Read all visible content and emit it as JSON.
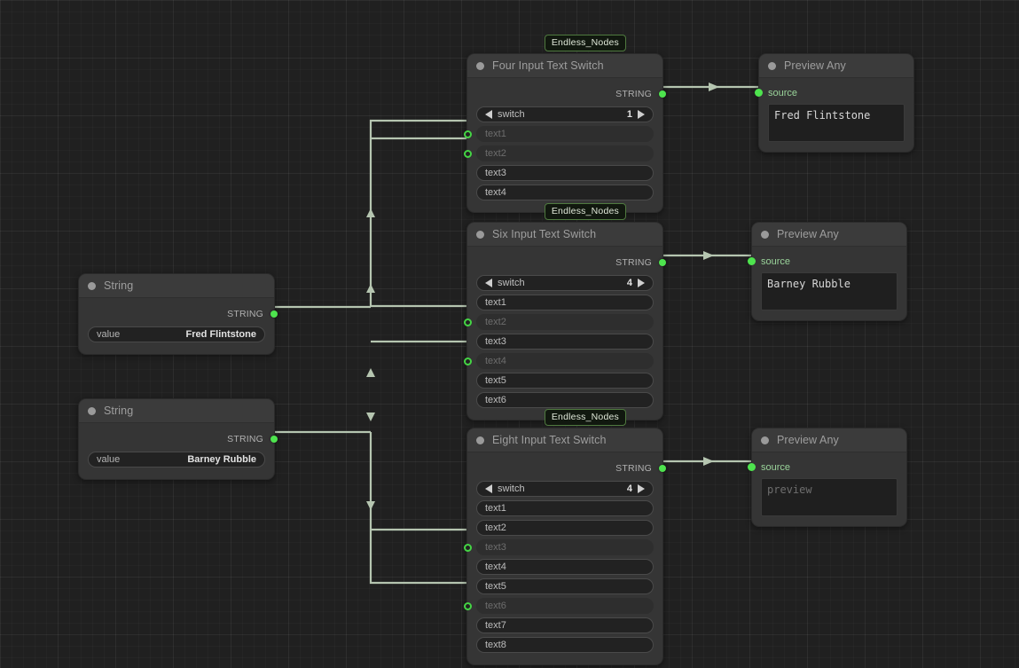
{
  "canvas": {
    "background_color": "#202020",
    "grid_minor_color": "#272727",
    "grid_major_color": "#2d2d2d",
    "link_color": "#b5c5b0",
    "slot_color": "#4ee44e"
  },
  "nodes": [
    {
      "id": "string-1",
      "title": "String",
      "outputs": [
        {
          "label": "STRING",
          "connected": true
        }
      ],
      "widgets": [
        {
          "name": "value",
          "value": "Fred Flintstone",
          "type": "text"
        }
      ]
    },
    {
      "id": "string-2",
      "title": "String",
      "outputs": [
        {
          "label": "STRING",
          "connected": true
        }
      ],
      "widgets": [
        {
          "name": "value",
          "value": "Barney Rubble",
          "type": "text"
        }
      ]
    },
    {
      "id": "four-input-text-switch",
      "title": "Four Input Text Switch",
      "badge": "Endless_Nodes",
      "outputs": [
        {
          "label": "STRING",
          "connected": true
        }
      ],
      "widgets": [
        {
          "name": "switch",
          "value": "1",
          "type": "combo"
        },
        {
          "name": "text1",
          "value": "",
          "type": "text",
          "linked": true
        },
        {
          "name": "text2",
          "value": "",
          "type": "text",
          "linked": true
        },
        {
          "name": "text3",
          "value": "",
          "type": "text",
          "linked": false
        },
        {
          "name": "text4",
          "value": "",
          "type": "text",
          "linked": false
        }
      ]
    },
    {
      "id": "six-input-text-switch",
      "title": "Six Input Text Switch",
      "badge": "Endless_Nodes",
      "outputs": [
        {
          "label": "STRING",
          "connected": true
        }
      ],
      "widgets": [
        {
          "name": "switch",
          "value": "4",
          "type": "combo"
        },
        {
          "name": "text1",
          "value": "",
          "type": "text",
          "linked": false
        },
        {
          "name": "text2",
          "value": "",
          "type": "text",
          "linked": true
        },
        {
          "name": "text3",
          "value": "",
          "type": "text",
          "linked": false
        },
        {
          "name": "text4",
          "value": "",
          "type": "text",
          "linked": true
        },
        {
          "name": "text5",
          "value": "",
          "type": "text",
          "linked": false
        },
        {
          "name": "text6",
          "value": "",
          "type": "text",
          "linked": false
        }
      ]
    },
    {
      "id": "eight-input-text-switch",
      "title": "Eight Input Text Switch",
      "badge": "Endless_Nodes",
      "outputs": [
        {
          "label": "STRING",
          "connected": true
        }
      ],
      "widgets": [
        {
          "name": "switch",
          "value": "4",
          "type": "combo"
        },
        {
          "name": "text1",
          "value": "",
          "type": "text",
          "linked": false
        },
        {
          "name": "text2",
          "value": "",
          "type": "text",
          "linked": false
        },
        {
          "name": "text3",
          "value": "",
          "type": "text",
          "linked": true
        },
        {
          "name": "text4",
          "value": "",
          "type": "text",
          "linked": false
        },
        {
          "name": "text5",
          "value": "",
          "type": "text",
          "linked": false
        },
        {
          "name": "text6",
          "value": "",
          "type": "text",
          "linked": true
        },
        {
          "name": "text7",
          "value": "",
          "type": "text",
          "linked": false
        },
        {
          "name": "text8",
          "value": "",
          "type": "text",
          "linked": false
        }
      ]
    },
    {
      "id": "preview-any-1",
      "title": "Preview Any",
      "inputs": [
        {
          "label": "source",
          "connected": true
        }
      ],
      "preview": {
        "text": "Fred Flintstone",
        "is_placeholder": false
      }
    },
    {
      "id": "preview-any-2",
      "title": "Preview Any",
      "inputs": [
        {
          "label": "source",
          "connected": true
        }
      ],
      "preview": {
        "text": "Barney Rubble",
        "is_placeholder": false
      }
    },
    {
      "id": "preview-any-3",
      "title": "Preview Any",
      "inputs": [
        {
          "label": "source",
          "connected": true
        }
      ],
      "preview": {
        "text": "preview",
        "is_placeholder": true
      }
    }
  ],
  "labels": {
    "string_node_title": "String",
    "preview_node_title": "Preview Any",
    "badge_text": "Endless_Nodes",
    "output_string": "STRING",
    "input_source": "source",
    "widget_value": "value",
    "widget_switch": "switch"
  }
}
